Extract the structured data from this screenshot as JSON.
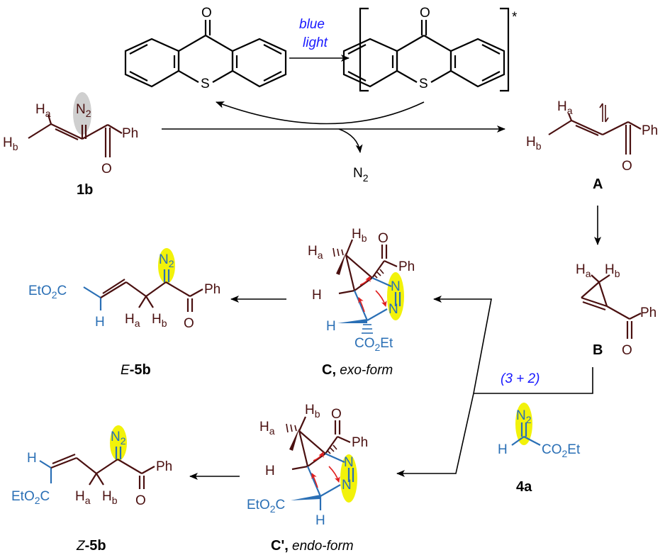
{
  "colors": {
    "bond": "#4a1010",
    "blue_text": "#2a6fb5",
    "reagent_text": "#1a1aff",
    "black": "#000000",
    "red_arrow": "#e02020",
    "yellow_highlight": "#f2f20a",
    "grey_highlight": "#cfcfcf",
    "green_n": "#3b6fb0"
  },
  "reagent": {
    "line1": "blue",
    "line2": "light"
  },
  "catalyst": {
    "s_atom": "S",
    "o_atom": "O",
    "excited_mark": "*"
  },
  "byproduct": {
    "n": "N",
    "sub": "2"
  },
  "compounds": {
    "c1b": {
      "label": "1b",
      "ha": "H",
      "ha_sub": "a",
      "hb": "H",
      "hb_sub": "b",
      "n2": "N",
      "n2_sub": "2",
      "ph": "Ph",
      "o": "O"
    },
    "A": {
      "label": "A",
      "ha": "H",
      "ha_sub": "a",
      "hb": "H",
      "hb_sub": "b",
      "ph": "Ph",
      "o": "O"
    },
    "B": {
      "label": "B",
      "ha": "H",
      "ha_sub": "a",
      "hb": "H",
      "hb_sub": "b",
      "ph": "Ph",
      "o": "O"
    },
    "c4a": {
      "label": "4a",
      "h": "H",
      "n2": "N",
      "n2_sub": "2",
      "co2et_a": "CO",
      "co2et_sub": "2",
      "co2et_b": "Et"
    },
    "C": {
      "label_bold": "C,",
      "label_it": " exo-form",
      "ha": "H",
      "ha_sub": "a",
      "hb": "H",
      "hb_sub": "b",
      "h1": "H",
      "h2": "H",
      "n_top": "N",
      "n_bot": "N",
      "ph": "Ph",
      "o": "O",
      "co2et_a": "CO",
      "co2et_sub": "2",
      "co2et_b": "Et"
    },
    "Cp": {
      "label_bold": "C',",
      "label_it": " endo-form",
      "ha": "H",
      "ha_sub": "a",
      "hb": "H",
      "hb_sub": "b",
      "h1": "H",
      "h2": "H",
      "n_top": "N",
      "n_bot": "N",
      "ph": "Ph",
      "o": "O",
      "eto2c_a": "EtO",
      "eto2c_sub": "2",
      "eto2c_b": "C"
    },
    "E5b": {
      "label_it": "E",
      "label_rest": "-5b",
      "eto2c_a": "EtO",
      "eto2c_sub": "2",
      "eto2c_b": "C",
      "h": "H",
      "ha": "H",
      "ha_sub": "a",
      "hb": "H",
      "hb_sub": "b",
      "n2": "N",
      "n2_sub": "2",
      "ph": "Ph",
      "o": "O"
    },
    "Z5b": {
      "label_it": "Z",
      "label_rest": "-5b",
      "eto2c_a": "EtO",
      "eto2c_sub": "2",
      "eto2c_b": "C",
      "h": "H",
      "ha": "H",
      "ha_sub": "a",
      "hb": "H",
      "hb_sub": "b",
      "n2": "N",
      "n2_sub": "2",
      "ph": "Ph",
      "o": "O"
    }
  },
  "cycloaddition": {
    "label": "(3 + 2)"
  }
}
